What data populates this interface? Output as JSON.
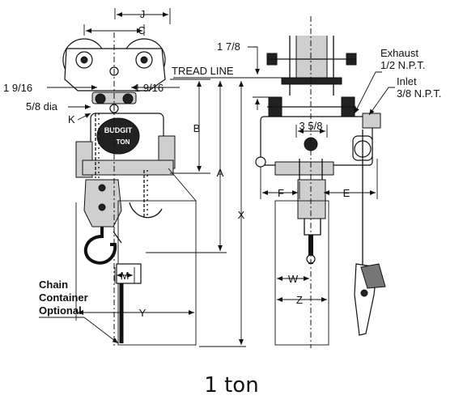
{
  "diagram": {
    "caption": "1 ton",
    "brand_plate": {
      "line1": "BUDGIT",
      "line2": "TON"
    },
    "dimensions": {
      "j": "J",
      "c": "C",
      "frac_1_9_16_left": "1 9/16",
      "frac_1_9_16_right": "1 9/16",
      "dia_5_8": "5/8 dia",
      "k": "K",
      "b": "B",
      "a": "A",
      "x": "X",
      "m": "M",
      "y": "Y",
      "frac_1_7_8": "1 7/8",
      "tread_line": "TREAD LINE",
      "frac_3_5_8": "3 5/8",
      "f": "F",
      "e": "E",
      "w": "W",
      "z": "Z"
    },
    "callouts": {
      "exhaust_title": "Exhaust",
      "exhaust_size": "1/2 N.P.T.",
      "inlet_title": "Inlet",
      "inlet_size": "3/8 N.P.T.",
      "chain_container_1": "Chain",
      "chain_container_2": "Container",
      "chain_container_3": "Optional"
    }
  }
}
